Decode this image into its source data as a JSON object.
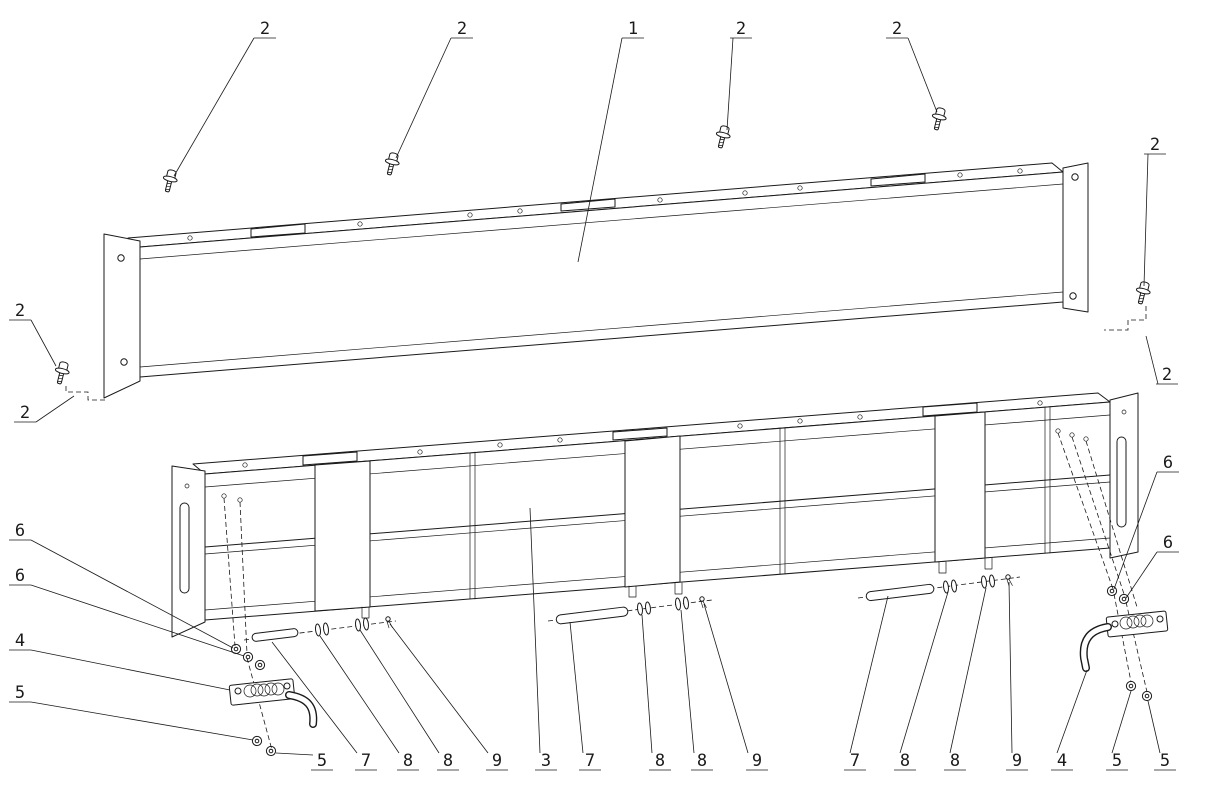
{
  "diagram": {
    "colors": {
      "background": "#ffffff",
      "line": "#1a1a1a"
    },
    "callouts": [
      {
        "label": "2"
      },
      {
        "label": "2"
      },
      {
        "label": "1"
      },
      {
        "label": "2"
      },
      {
        "label": "2"
      },
      {
        "label": "2"
      },
      {
        "label": "2"
      },
      {
        "label": "2"
      },
      {
        "label": "2"
      },
      {
        "label": "6"
      },
      {
        "label": "6"
      },
      {
        "label": "4"
      },
      {
        "label": "5"
      },
      {
        "label": "5"
      },
      {
        "label": "7"
      },
      {
        "label": "8"
      },
      {
        "label": "8"
      },
      {
        "label": "9"
      },
      {
        "label": "3"
      },
      {
        "label": "7"
      },
      {
        "label": "8"
      },
      {
        "label": "8"
      },
      {
        "label": "9"
      },
      {
        "label": "7"
      },
      {
        "label": "8"
      },
      {
        "label": "8"
      },
      {
        "label": "9"
      },
      {
        "label": "4"
      },
      {
        "label": "5"
      },
      {
        "label": "5"
      },
      {
        "label": "6"
      },
      {
        "label": "6"
      }
    ]
  }
}
